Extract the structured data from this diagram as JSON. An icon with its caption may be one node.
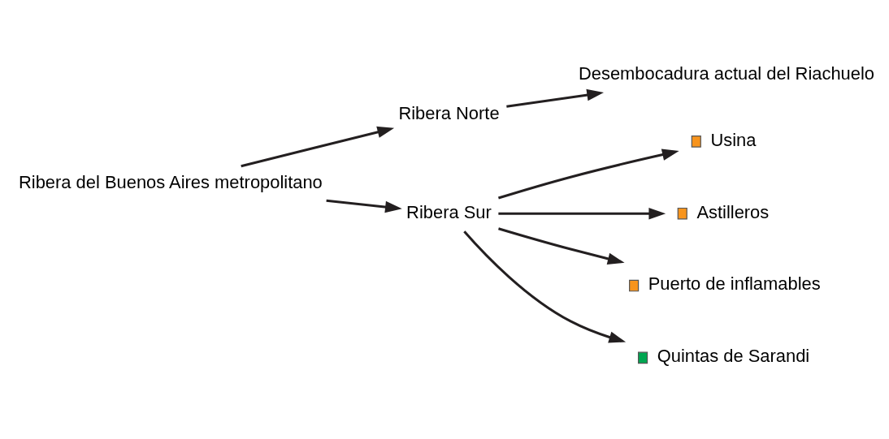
{
  "diagram": {
    "nodes": [
      {
        "text": [
          "Ribera del Buenos Aires metropolitano"
        ]
      },
      {
        "text": [
          "Ribera Norte"
        ]
      },
      {
        "text": [
          "Desembocadura actual del Riachuelo"
        ]
      },
      {
        "text": [
          "Ribera Sur"
        ]
      },
      {
        "text": [
          "Usina"
        ]
      },
      {
        "text": [
          "Astilleros"
        ]
      },
      {
        "text": [
          "Puerto de inflamables"
        ]
      },
      {
        "text": [
          "Quintas de Sarandi"
        ]
      }
    ],
    "edges": [
      {
        "from": 0,
        "to": 1,
        "arrow": "to"
      },
      {
        "from": 1,
        "to": 2,
        "arrow": "to"
      },
      {
        "from": 0,
        "to": 3,
        "arrow": "to"
      },
      {
        "from": 3,
        "to": 4,
        "arrow": "to"
      },
      {
        "from": 3,
        "to": 5,
        "arrow": "to"
      },
      {
        "from": 3,
        "to": 6,
        "arrow": "to"
      },
      {
        "from": 3,
        "to": 7,
        "arrow": "to"
      }
    ]
  }
}
